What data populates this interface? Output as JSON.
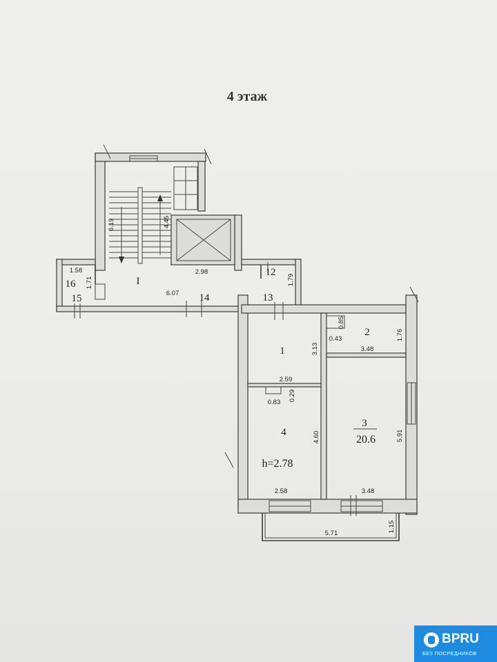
{
  "floor_title": "4 этаж",
  "rooms": {
    "common_area": "I",
    "room_1": "1",
    "room_2": "2",
    "room_3_number": "3",
    "room_3_area": "20.6",
    "room_4": "4",
    "ceiling_height": "h=2.78",
    "r12": "12",
    "r13": "13",
    "r14": "14",
    "r15": "15",
    "r16": "16"
  },
  "dimensions": {
    "stair_left_height": "6.19",
    "stair_right_height": "4.45",
    "elevator_width": "2.98",
    "small_room_width": "1.58",
    "small_room_height": "1.71",
    "corridor_length": "6.07",
    "r12_height": "1.79",
    "room2_top_depth": "0.85",
    "room2_notch": "0.43",
    "room2_height": "1.76",
    "room2_width": "3.48",
    "room1_height": "3.13",
    "room1_width": "2.59",
    "niche_width": "0.83",
    "niche_depth": "0.29",
    "room4_height": "4.60",
    "room3_height": "5.91",
    "room4_width": "2.58",
    "room3_width": "3.48",
    "balcony_width": "5.71",
    "balcony_depth": "1.15"
  },
  "logo": {
    "brand": "BPRU",
    "tagline": "БЕЗ ПОСРЕДНИКОВ",
    "color": "#1e8be0"
  }
}
